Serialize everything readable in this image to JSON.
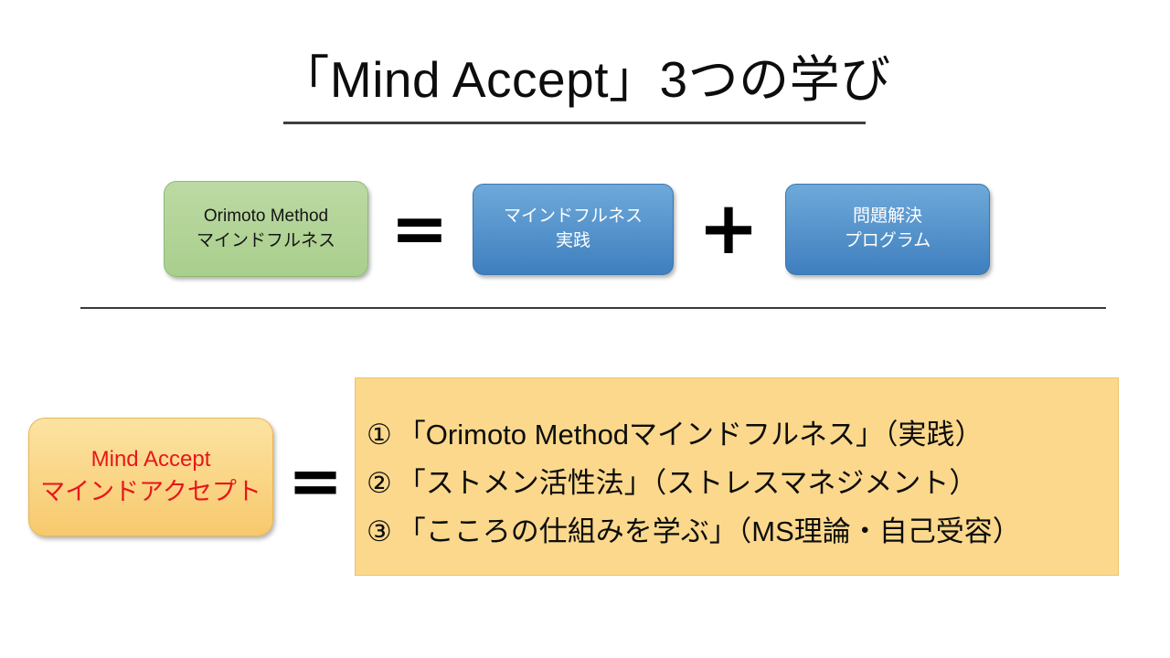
{
  "slide": {
    "title": "「Mind Accept」3つの学び",
    "background_color": "#ffffff"
  },
  "equation_top": {
    "result_box": {
      "line1": "Orimoto Method",
      "line2": "マインドフルネス",
      "fill_color": "#a9cf8c",
      "text_color": "#151515"
    },
    "operator_equals": "=",
    "term_1": {
      "line1": "マインドフルネス",
      "line2": "実践",
      "fill_color": "#4d8fc9",
      "text_color": "#ffffff"
    },
    "operator_plus": "+",
    "term_2": {
      "line1": "問題解決",
      "line2": "プログラム",
      "fill_color": "#4d8fc9",
      "text_color": "#ffffff"
    }
  },
  "equation_bottom": {
    "label_box": {
      "line1": "Mind Accept",
      "line2": "マインドアクセプト",
      "fill_color": "#f9d384",
      "text_color": "#e8161b"
    },
    "operator_equals": "=",
    "panel": {
      "fill_color": "#fbd88c",
      "items": [
        {
          "marker": "①",
          "text": "「Orimoto Methodマインドフルネス」（実践）"
        },
        {
          "marker": "②",
          "text": "「ストメン活性法」（ストレスマネジメント）"
        },
        {
          "marker": "③",
          "text": "「こころの仕組みを学ぶ」（MS理論・自己受容）"
        }
      ]
    }
  }
}
